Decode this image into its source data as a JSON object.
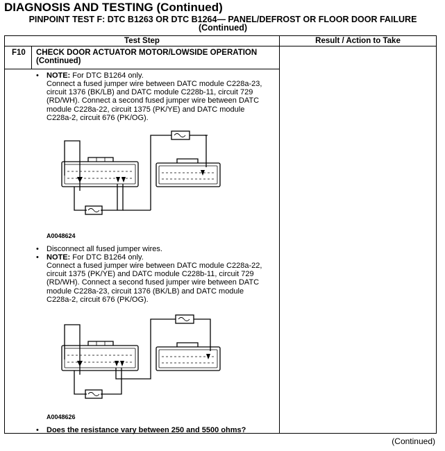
{
  "page": {
    "heading": "DIAGNOSIS AND TESTING (Continued)",
    "title_line1": "PINPOINT TEST  F: DTC B1263 OR DTC B1264— PANEL/DEFROST OR FLOOR DOOR FAILURE",
    "title_line2": "(Continued)",
    "footer_continued": "(Continued)"
  },
  "table": {
    "col_test_step": "Test Step",
    "col_result": "Result / Action to Take",
    "step_id": "F10",
    "step_title_1": "CHECK DOOR ACTUATOR MOTOR/LOWSIDE OPERATION",
    "step_title_2": "(Continued)"
  },
  "block1": {
    "note_label": "NOTE:",
    "note_text": " For DTC B1264 only.",
    "lines": [
      "Connect a fused jumper wire between DATC module C228a-23,",
      "circuit 1376 (BK/LB) and DATC module C228b-11, circuit 729",
      "(RD/WH). Connect a second fused jumper wire between DATC",
      "module C228a-22, circuit 1375 (PK/YE) and DATC module",
      "C228a-2, circuit  676 (PK/OG)."
    ],
    "figure_id": "A0048624"
  },
  "block2": {
    "bullet1": "Disconnect all fused jumper wires.",
    "note_label": "NOTE:",
    "note_text": " For DTC B1264 only.",
    "lines": [
      "Connect a fused jumper wire between DATC module C228a-22,",
      "circuit 1375 (PK/YE) and DATC module C228b-11, circuit 729",
      "(RD/WH). Connect a second fused jumper wire between DATC",
      "module C228a-23, circuit 1376 (BK/LB) and DATC module",
      "C228a-2, circuit  676 (PK/OG)."
    ],
    "figure_id": "A0048626"
  },
  "question": "Does the resistance vary between 250 and 5500 ohms?"
}
